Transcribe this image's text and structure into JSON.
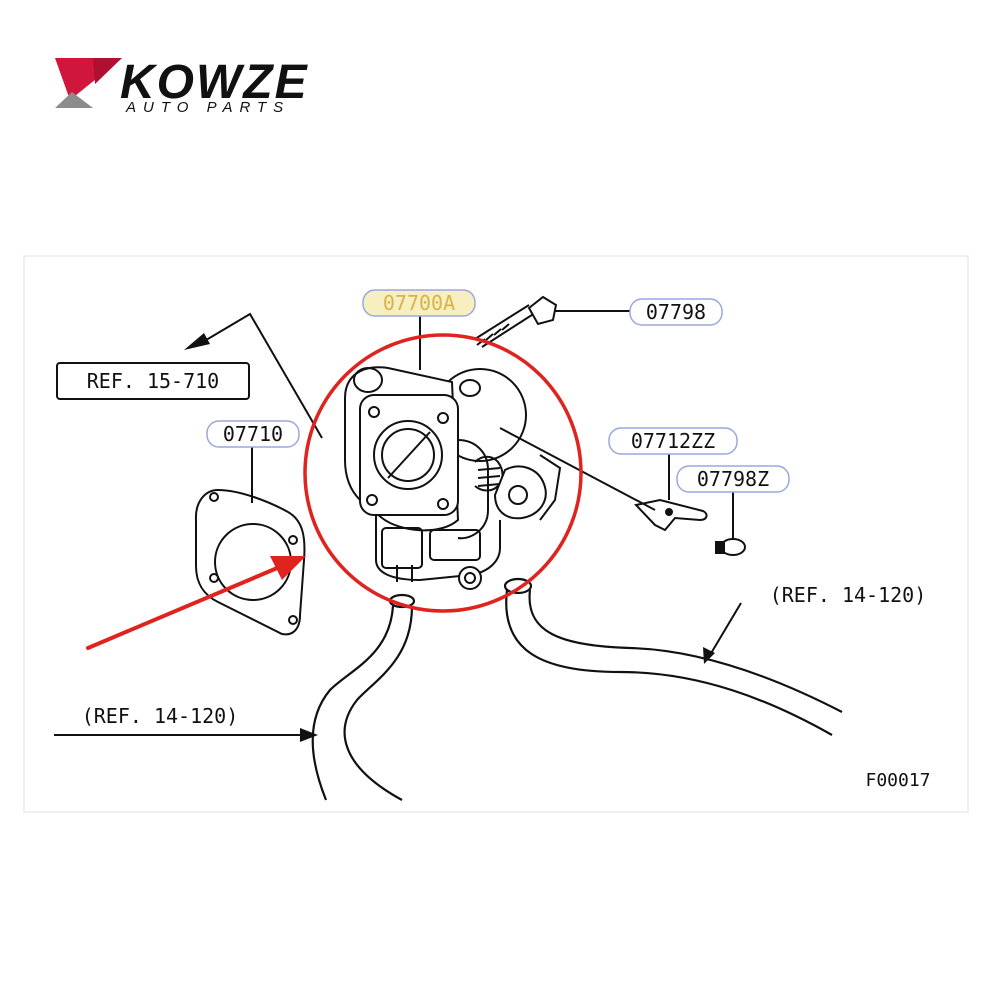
{
  "brand": {
    "name": "KOWZE",
    "tagline": "AUTO PARTS",
    "primary_color": "#d0163a",
    "gray_color": "#8c8c8c",
    "text_color": "#111111"
  },
  "diagram": {
    "code": "F00017",
    "highlight_color": "#e0231e",
    "part_numbers": {
      "throttle_body": "07700A",
      "bolt": "07798",
      "gasket": "07710",
      "bracket": "07712ZZ",
      "bracket_bolt": "07798Z"
    },
    "refs": {
      "ref_15_710": "REF. 15-710",
      "ref_14_120_right": "(REF. 14-120)",
      "ref_14_120_left": "(REF. 14-120)"
    }
  }
}
